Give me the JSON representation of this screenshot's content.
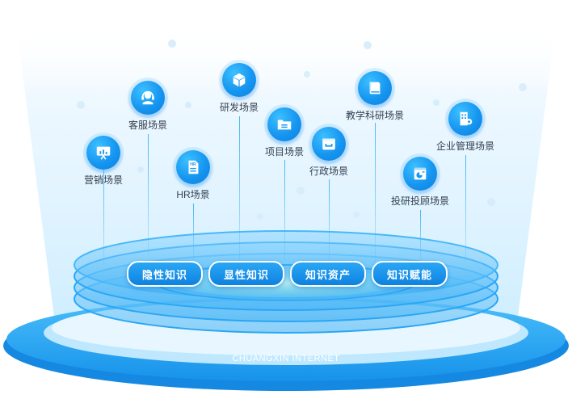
{
  "scenes": [
    {
      "id": "marketing",
      "label": "营销场景",
      "icon": "presentation-chart-icon"
    },
    {
      "id": "customer-service",
      "label": "客服场景",
      "icon": "headset-icon"
    },
    {
      "id": "hr",
      "label": "HR场景",
      "icon": "hr-document-icon",
      "icon_text": "HR"
    },
    {
      "id": "rnd",
      "label": "研发场景",
      "icon": "cube-icon"
    },
    {
      "id": "project",
      "label": "项目场景",
      "icon": "folder-icon"
    },
    {
      "id": "admin",
      "label": "行政场景",
      "icon": "inbox-tray-icon"
    },
    {
      "id": "research",
      "label": "教学科研场景",
      "icon": "book-icon"
    },
    {
      "id": "investment",
      "label": "投研投顾场景",
      "icon": "pie-report-icon"
    },
    {
      "id": "enterprise",
      "label": "企业管理场景",
      "icon": "building-gear-icon"
    }
  ],
  "knowledge_pills": [
    {
      "label": "隐性知识"
    },
    {
      "label": "显性知识"
    },
    {
      "label": "知识资产"
    },
    {
      "label": "知识赋能"
    }
  ],
  "brand_text": "CHUANGXIN INTERNET",
  "colors": {
    "accent": "#1696f0",
    "platform_outer": "#2aa6f5",
    "label_text": "#333f4f"
  }
}
